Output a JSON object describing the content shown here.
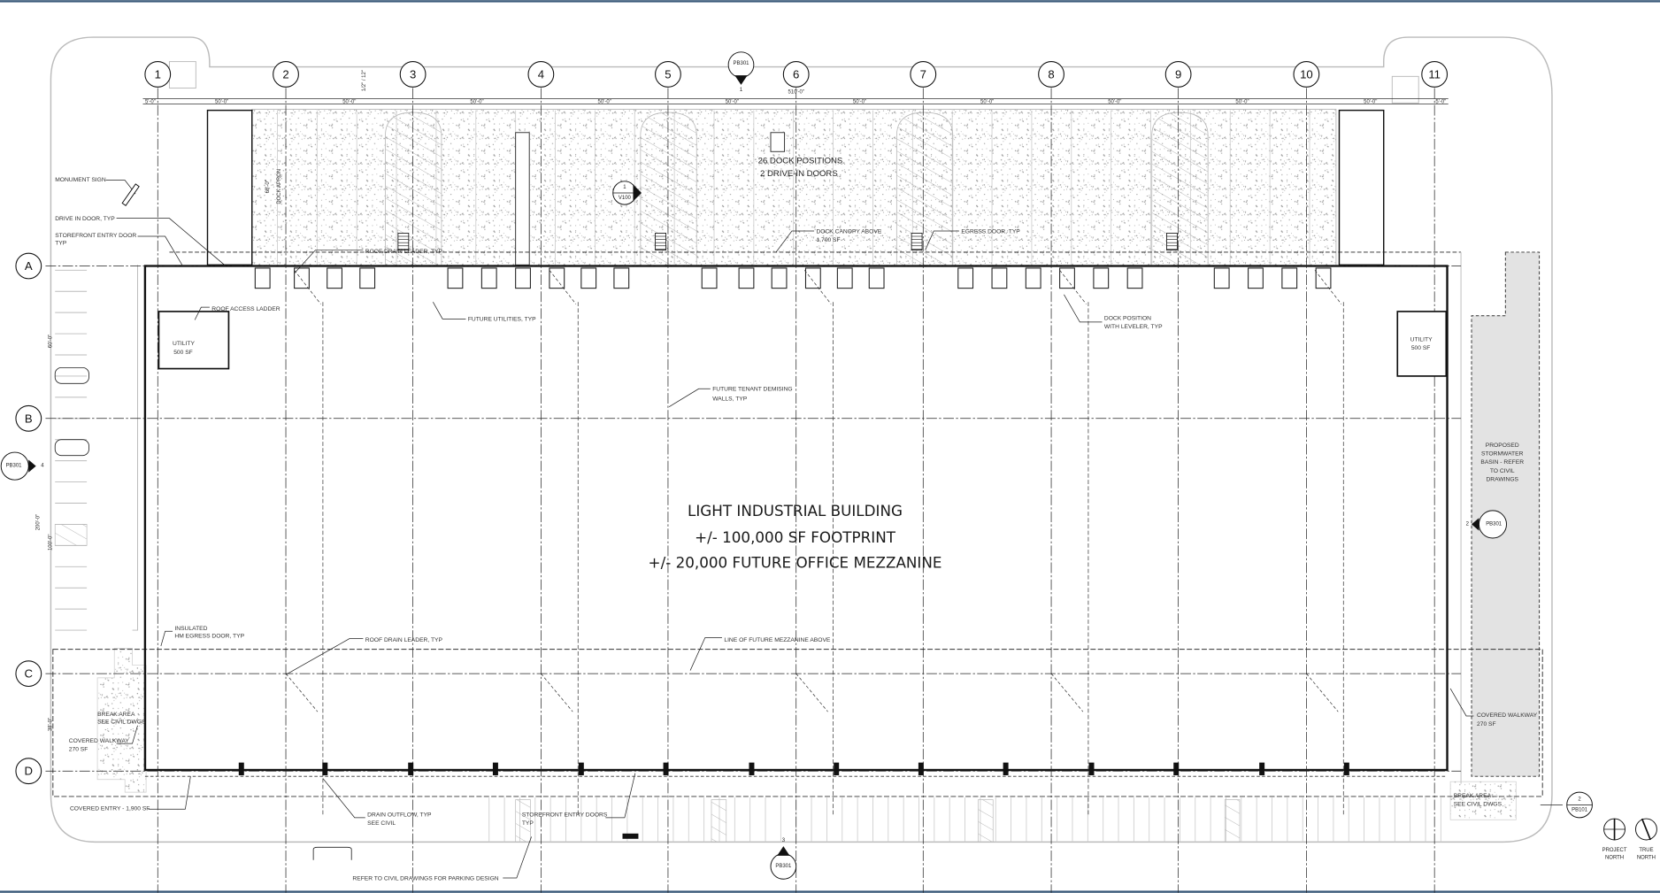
{
  "frame_color": "#3b5a7a",
  "columns": [
    "1",
    "2",
    "3",
    "4",
    "5",
    "6",
    "7",
    "8",
    "9",
    "10",
    "11"
  ],
  "rows": [
    "A",
    "B",
    "C",
    "D"
  ],
  "dimensions": {
    "bay": "50'-0\"",
    "end_bay": "5'-0\"",
    "overall": "510'-0\"",
    "slope": "1/2\" / 12\"",
    "dock_apron_depth": "60'-0\"",
    "left_60": "60'-0\"",
    "left_200": "200'-0\"",
    "left_100": "100'-0\"",
    "left_38": "38'-0\""
  },
  "title": {
    "line1": "LIGHT INDUSTRIAL BUILDING",
    "line2": "+/- 100,000 SF FOOTPRINT",
    "line3": "+/- 20,000 FUTURE OFFICE MEZZANINE"
  },
  "dock_summary": {
    "line1": "26 DOCK POSITIONS",
    "line2": "2 DRIVE-IN DOORS"
  },
  "dock_apron_label": "DOCK APRON",
  "notes": {
    "monument_sign": "MONUMENT SIGN",
    "drive_in_door": "DRIVE IN DOOR, TYP",
    "storefront_entry_door": "STOREFRONT ENTRY DOOR",
    "storefront_entry_door_typ": "TYP",
    "roof_drain_leader_top": "ROOF DRAIN LEADER, TYP",
    "dock_canopy": "DOCK CANOPY ABOVE",
    "dock_canopy_sf": "1,700 SF",
    "egress_door": "EGRESS DOOR, TYP",
    "roof_access_ladder": "ROOF ACCESS LADDER",
    "future_utilities": "FUTURE UTILITIES, TYP",
    "dock_position_1": "DOCK POSITION",
    "dock_position_2": "WITH LEVELER, TYP",
    "demising_1": "FUTURE TENANT DEMISING",
    "demising_2": "WALLS, TYP",
    "stormwater": [
      "PROPOSED",
      "STORMWATER",
      "BASIN - REFER",
      "TO CIVIL",
      "DRAWINGS"
    ],
    "insulated_1": "INSULATED",
    "insulated_2": "HM EGRESS DOOR, TYP",
    "roof_drain_leader_bottom": "ROOF DRAIN LEADER, TYP",
    "mezzanine_line": "LINE OF FUTURE MEZZANINE ABOVE",
    "break_area_left_1": "BREAK AREA",
    "break_area_left_2": "SEE CIVIL DWGS",
    "covered_walkway_left_1": "COVERED WALKWAY",
    "covered_walkway_left_2": "270 SF",
    "covered_entry": "COVERED ENTRY - 1,900 SF",
    "drain_outflow_1": "DRAIN OUTFLOW, TYP",
    "drain_outflow_2": "SEE CIVIL",
    "storefront_doors_1": "STOREFRONT ENTRY DOORS",
    "storefront_doors_2": "TYP",
    "parking_note": "REFER TO CIVIL DRAWINGS FOR PARKING DESIGN",
    "covered_walkway_right_1": "COVERED WALKWAY",
    "covered_walkway_right_2": "270 SF",
    "break_area_right_1": "BREAK AREA",
    "break_area_right_2": "SEE CIVIL DWGS"
  },
  "utility_left": {
    "name": "UTILITY",
    "area": "500 SF"
  },
  "utility_right": {
    "name": "UTILITY",
    "area": "500 SF"
  },
  "section_markers": {
    "top": {
      "sheet": "PB301",
      "num": "1"
    },
    "left": {
      "sheet": "PB301",
      "num": "4"
    },
    "right": {
      "sheet": "PB301",
      "num": "2"
    },
    "bottom": {
      "sheet": "PB301",
      "num": "3"
    },
    "elevation": {
      "sheet": "PB101",
      "num": "2"
    },
    "detail": {
      "num": "1",
      "sheet": "V100"
    }
  },
  "north": {
    "project_1": "PROJECT",
    "project_2": "NORTH",
    "true_1": "TRUE",
    "true_2": "NORTH"
  }
}
